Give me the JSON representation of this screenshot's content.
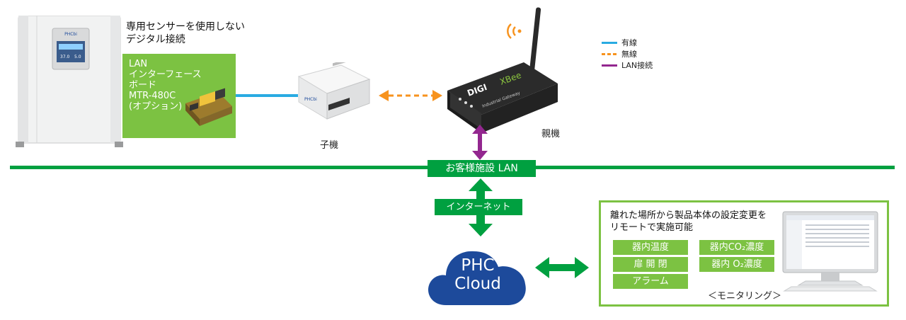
{
  "note": {
    "line1": "専用センサーを使用しない",
    "line2": "デジタル接続"
  },
  "incubator": {
    "brand": "PHCbi",
    "display_left": "37.0",
    "display_right": "5.0"
  },
  "lan_board": {
    "lines": [
      "LAN",
      "インターフェース",
      "ボード",
      "MTR-480C",
      "(オプション)"
    ]
  },
  "child_device": {
    "brand": "PHCbi",
    "label": "子機"
  },
  "gateway": {
    "brand": "DIGI",
    "product": "XBee",
    "subtitle": "Industrial Gateway",
    "label": "親機"
  },
  "legend": {
    "items": [
      {
        "label": "有線",
        "color": "#29abe2",
        "style": "solid"
      },
      {
        "label": "無線",
        "color": "#f7931e",
        "style": "dashed"
      },
      {
        "label": "LAN接続",
        "color": "#93278f",
        "style": "solid"
      }
    ]
  },
  "network": {
    "facility_lan": "お客様施設 LAN",
    "internet": "インターネット"
  },
  "cloud": {
    "line1": "PHC",
    "line2": "Cloud"
  },
  "monitoring": {
    "desc_line1": "離れた場所から製品本体の設定変更を",
    "desc_line2": "リモートで実施可能",
    "chips": [
      "器内温度",
      "扉 開 閉",
      "アラーム",
      "器内CO₂濃度",
      "器内 O₂濃度"
    ],
    "caption": "＜モニタリング＞"
  },
  "colors": {
    "green": "#00a040",
    "light_green": "#7cc242",
    "wired": "#29abe2",
    "wireless": "#f7931e",
    "lan": "#93278f",
    "cloud": "#1d4a9b"
  }
}
